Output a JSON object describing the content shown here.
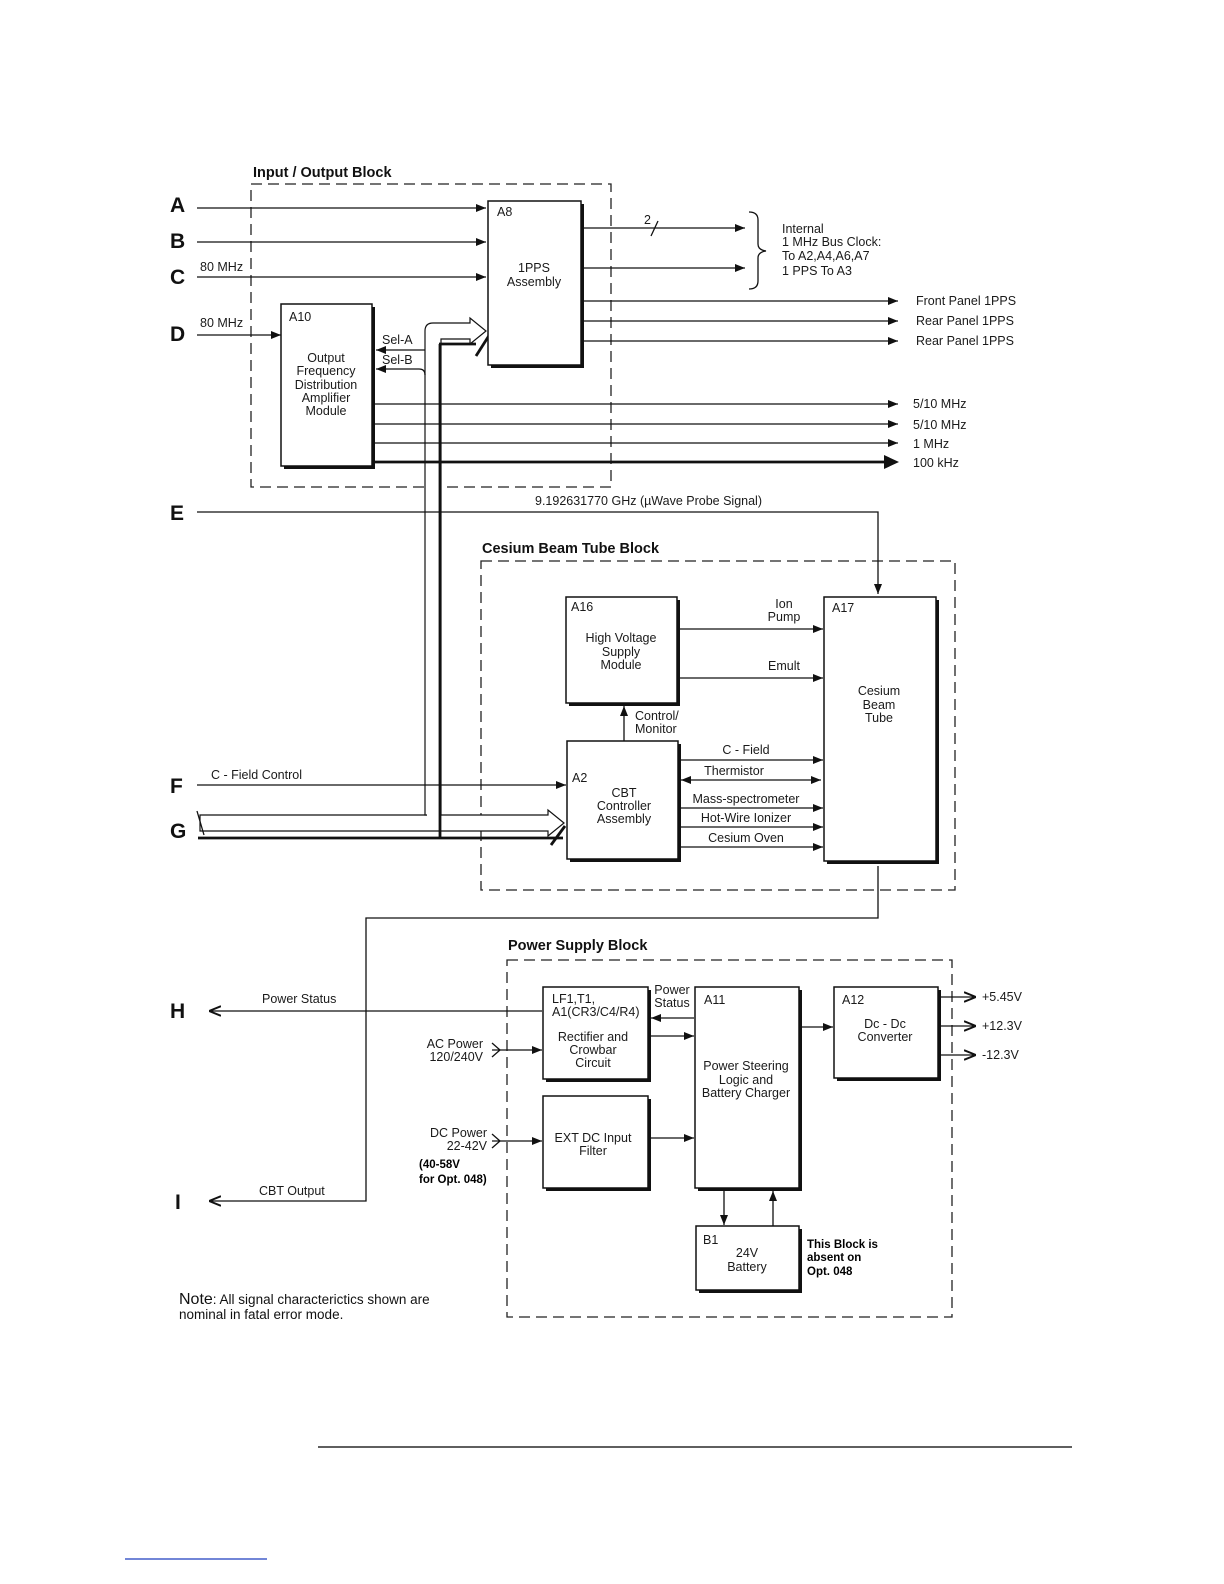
{
  "blocks": {
    "io": "Input / Output Block",
    "cbt": "Cesium Beam Tube Block",
    "power": "Power Supply Block"
  },
  "letters": {
    "a": "A",
    "b": "B",
    "c": "C",
    "d": "D",
    "e": "E",
    "f": "F",
    "g": "G",
    "h": "H",
    "i": "I"
  },
  "modules": {
    "a8": {
      "id": "A8",
      "lines": [
        "1PPS",
        "Assembly"
      ]
    },
    "a10": {
      "id": "A10",
      "lines": [
        "Output",
        "Frequency",
        "Distribution",
        "Amplifier",
        "Module"
      ]
    },
    "a16": {
      "id": "A16",
      "lines": [
        "High Voltage",
        "Supply",
        "Module"
      ]
    },
    "a17": {
      "id": "A17",
      "lines": [
        "Cesium",
        "Beam",
        "Tube"
      ]
    },
    "a2": {
      "id": "A2",
      "lines": [
        "CBT",
        "Controller",
        "Assembly"
      ]
    },
    "lf1": {
      "id_lines": [
        "LF1,T1,",
        "A1(CR3/C4/R4)"
      ],
      "lines": [
        "Rectifier and",
        "Crowbar",
        "Circuit"
      ]
    },
    "extdc": {
      "lines": [
        "EXT DC Input",
        "Filter"
      ]
    },
    "a11": {
      "id": "A11",
      "lines": [
        "Power Steering",
        "Logic and",
        "Battery Charger"
      ]
    },
    "a12": {
      "id": "A12",
      "lines": [
        "Dc - Dc",
        "Converter"
      ]
    },
    "b1": {
      "id": "B1",
      "lines": [
        "24V",
        "Battery"
      ]
    }
  },
  "signals": {
    "c_in": "80 MHz",
    "d_in": "80 MHz",
    "sel_a": "Sel-A",
    "sel_b": "Sel-B",
    "bus_count": "2",
    "internal": [
      "Internal",
      "1 MHz Bus Clock:",
      "To A2,A4,A6,A7",
      "1 PPS To A3"
    ],
    "pps_outputs": [
      "Front Panel 1PPS",
      "Rear Panel 1PPS",
      "Rear Panel 1PPS"
    ],
    "freq_outputs": [
      "5/10 MHz",
      "5/10 MHz",
      "1 MHz",
      "100 kHz"
    ],
    "probe": "9.192631770 GHz (µWave Probe Signal)",
    "ion_pump": [
      "Ion",
      "Pump"
    ],
    "emult": "Emult",
    "control_monitor": [
      "Control/",
      "Monitor"
    ],
    "c_field": "C - Field",
    "thermistor": "Thermistor",
    "mass_spec": "Mass-spectrometer",
    "hot_wire": "Hot-Wire Ionizer",
    "cesium_oven": "Cesium Oven",
    "c_field_control": "C - Field Control",
    "power_status_out": "Power Status",
    "power_status_in": [
      "Power",
      "Status"
    ],
    "ac_power": [
      "AC Power",
      "120/240V"
    ],
    "dc_power": [
      "DC Power",
      "22-42V"
    ],
    "opt048_range": [
      "(40-58V",
      "for Opt. 048)"
    ],
    "cbt_output": "CBT Output",
    "rails": [
      "+5.45V",
      "+12.3V",
      "-12.3V"
    ],
    "b1_note": [
      "This Block is",
      "absent on",
      "Opt. 048"
    ]
  },
  "note": {
    "head": "Note",
    "line1": ": All signal characterictics shown are",
    "line2": "nominal in fatal error mode."
  },
  "colors": {
    "ink": "#111111",
    "paper": "#ffffff",
    "footer_rule": "#2a2a2a",
    "link_rule": "#1f3fbf"
  }
}
